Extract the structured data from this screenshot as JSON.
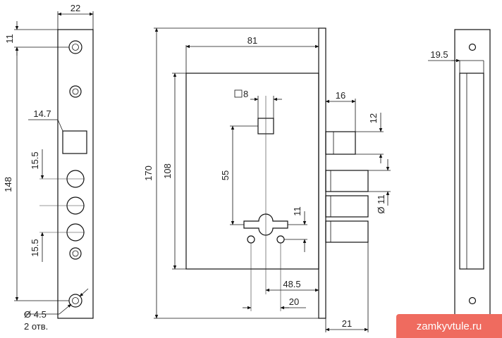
{
  "faceplate": {
    "width": "22",
    "top_offset": "11",
    "height": "148",
    "latch_offset": "14.7",
    "pitch_upper": "15.5",
    "pitch_lower": "15.5",
    "hole_diameter": "Ø 4.5",
    "hole_count": "2 отв."
  },
  "body": {
    "total_height": "170",
    "case_height": "108",
    "case_depth": "81",
    "spindle_square": "8",
    "spindle_to_key": "55",
    "key_hole_offset": "11",
    "backset": "48.5",
    "screw_spacing": "20",
    "faceplate_to_tail": "21"
  },
  "bolts": {
    "latch_projection": "16",
    "latch_height": "12",
    "bolt_diameter": "Ø 11"
  },
  "strike": {
    "width": "19.5"
  },
  "site": {
    "watermark": "zamkyvtule.ru"
  }
}
